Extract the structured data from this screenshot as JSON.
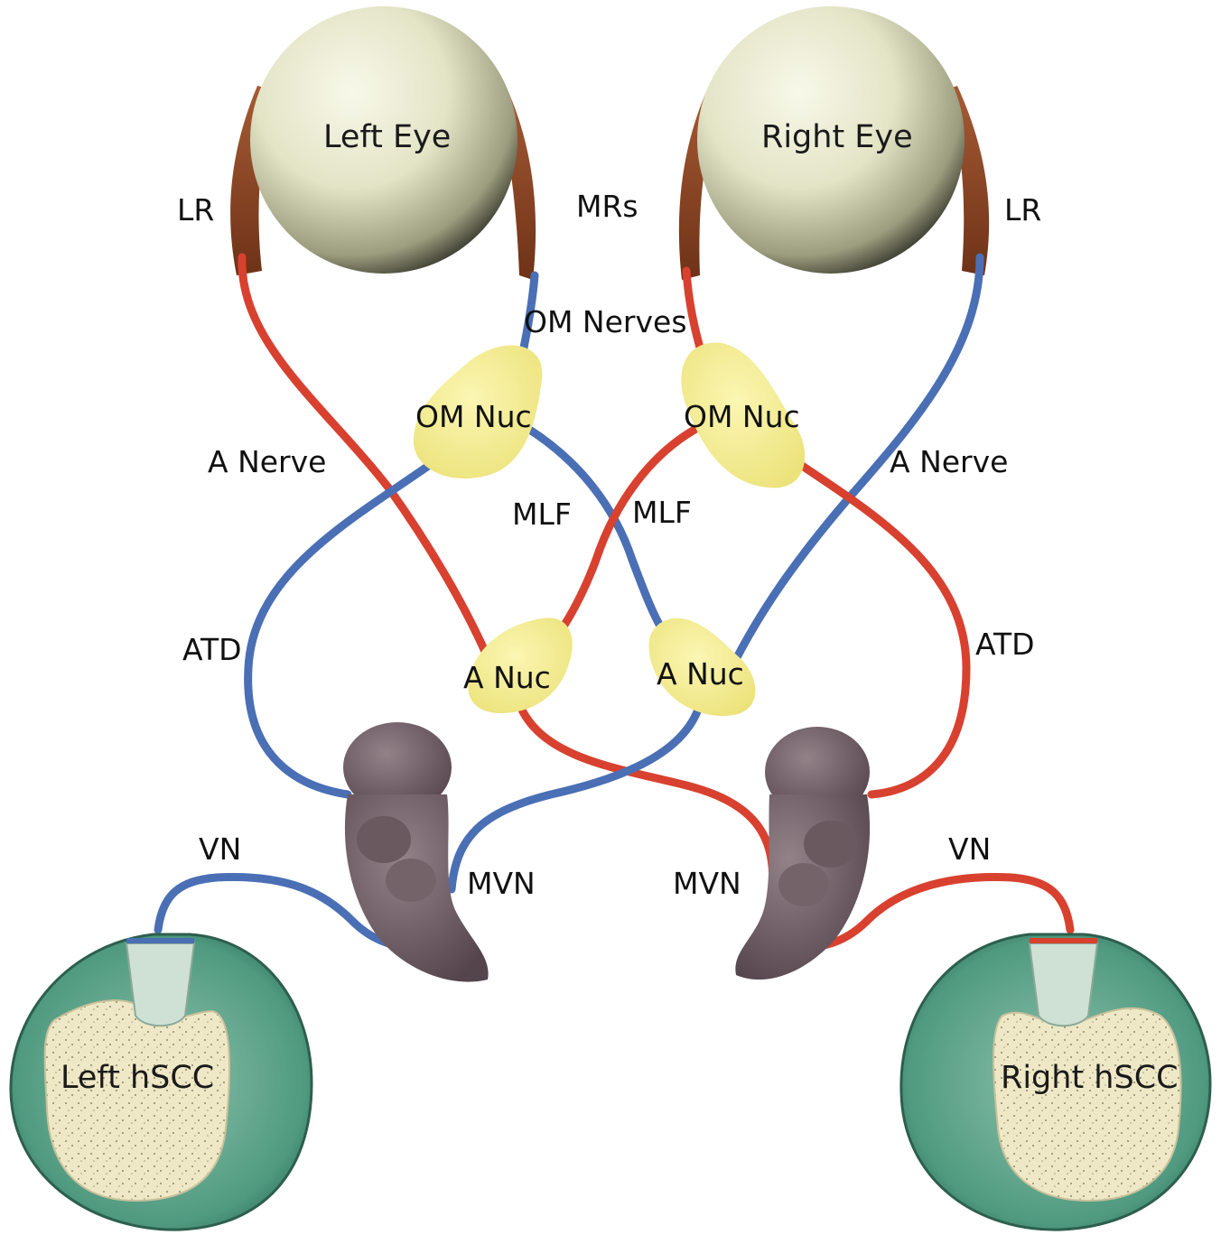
{
  "labels": {
    "left_eye": "Left Eye",
    "right_eye": "Right Eye",
    "lr_left": "LR",
    "lr_right": "LR",
    "mrs": "MRs",
    "om_nerves": "OM Nerves",
    "om_nuc_left": "OM Nuc",
    "om_nuc_right": "OM Nuc",
    "a_nerve_left": "A Nerve",
    "a_nerve_right": "A Nerve",
    "mlf_left": "MLF",
    "mlf_right": "MLF",
    "atd_left": "ATD",
    "atd_right": "ATD",
    "a_nuc_left": "A Nuc",
    "a_nuc_right": "A Nuc",
    "vn_left": "VN",
    "vn_right": "VN",
    "mvn_left": "MVN",
    "mvn_right": "MVN",
    "left_hscc": "Left hSCC",
    "right_hscc": "Right hSCC"
  },
  "colors": {
    "excitatory_pathway": "#d8412f",
    "inhibitory_pathway": "#4a6fb5",
    "muscle": "#7a3a1c",
    "nucleus": "#f3ec8c",
    "vestibular_nucleus": "#6e5c63",
    "canal_wall": "#3f8a72",
    "canal_lumen": "#efe9c9"
  }
}
